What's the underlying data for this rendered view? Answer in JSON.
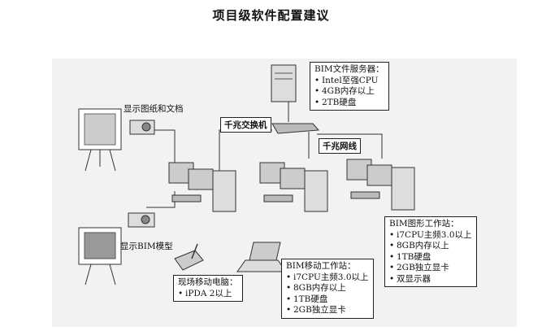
{
  "title": "项目级软件配置建议",
  "labels": {
    "display_docs": "显示图纸和文档",
    "display_bim": "显示BIM模型",
    "gigabit_switch": "千兆交换机",
    "gigabit_network": "千兆网线"
  },
  "server": {
    "heading": "BIM文件服务器：",
    "items": [
      "Intel至强CPU",
      "4GB内存以上",
      "2TB硬盘"
    ]
  },
  "workstation": {
    "heading": "BIM图形工作站：",
    "items": [
      "i7CPU主频3.0以上",
      "8GB内存以上",
      "1TB硬盘",
      "2GB独立显卡",
      "双显示器"
    ]
  },
  "mobile_ws": {
    "heading": "BIM移动工作站：",
    "items": [
      "i7CPU主频3.0以上",
      "8GB内存以上",
      "1TB硬盘",
      "2GB独立显卡"
    ]
  },
  "tablet": {
    "heading": "现场移动电脑：",
    "items": [
      "iPDA 2以上"
    ]
  }
}
